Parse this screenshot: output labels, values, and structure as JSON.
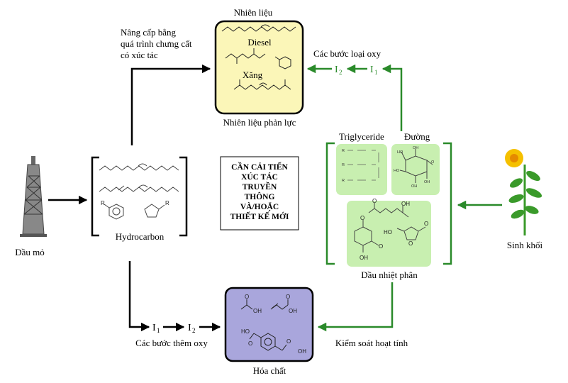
{
  "labels": {
    "fuel_title": "Nhiên liệu",
    "diesel": "Diesel",
    "xang": "Xăng",
    "jet_fuel": "Nhiên liệu phản lực",
    "upgrade_line1": "Nâng cấp bằng",
    "upgrade_line2": "quá trình chưng cất",
    "upgrade_line3": "có xúc tác",
    "deoxy_steps": "Các bước loại oxy",
    "deoxy_i2": "I",
    "deoxy_i2_sub": "2",
    "deoxy_i1": "I",
    "deoxy_i1_sub": "1",
    "triglyceride": "Triglyceride",
    "duong": "Đường",
    "pyrolysis_oil": "Dầu nhiệt phân",
    "biomass": "Sinh khối",
    "crude_oil": "Dầu mỏ",
    "hydrocarbon": "Hydrocarbon",
    "r_group": "R",
    "chem_box_line1": "CẦN CẢI TIẾN",
    "chem_box_line2": "XÚC TÁC",
    "chem_box_line3": "TRUYỀN",
    "chem_box_line4": "THÔNG",
    "chem_box_line5": "VÀ/HOẶC",
    "chem_box_line6": "THIẾT KẾ MỚI",
    "oxy_add_steps": "Các bước thêm oxy",
    "add_i1": "I",
    "add_i1_sub": "1",
    "add_i2": "I",
    "add_i2_sub": "2",
    "activity_control": "Kiểm soát hoạt tính",
    "chemicals": "Hóa chất",
    "chem_oh": "OH",
    "chem_ho": "HO",
    "chem_o": "O"
  },
  "colors": {
    "fuel_box": "#fbf6b8",
    "chemicals_box": "#a9a6dc",
    "bio_box": "#c8efb0",
    "green_arrow": "#2a8a2a",
    "black_arrow": "#000000"
  }
}
